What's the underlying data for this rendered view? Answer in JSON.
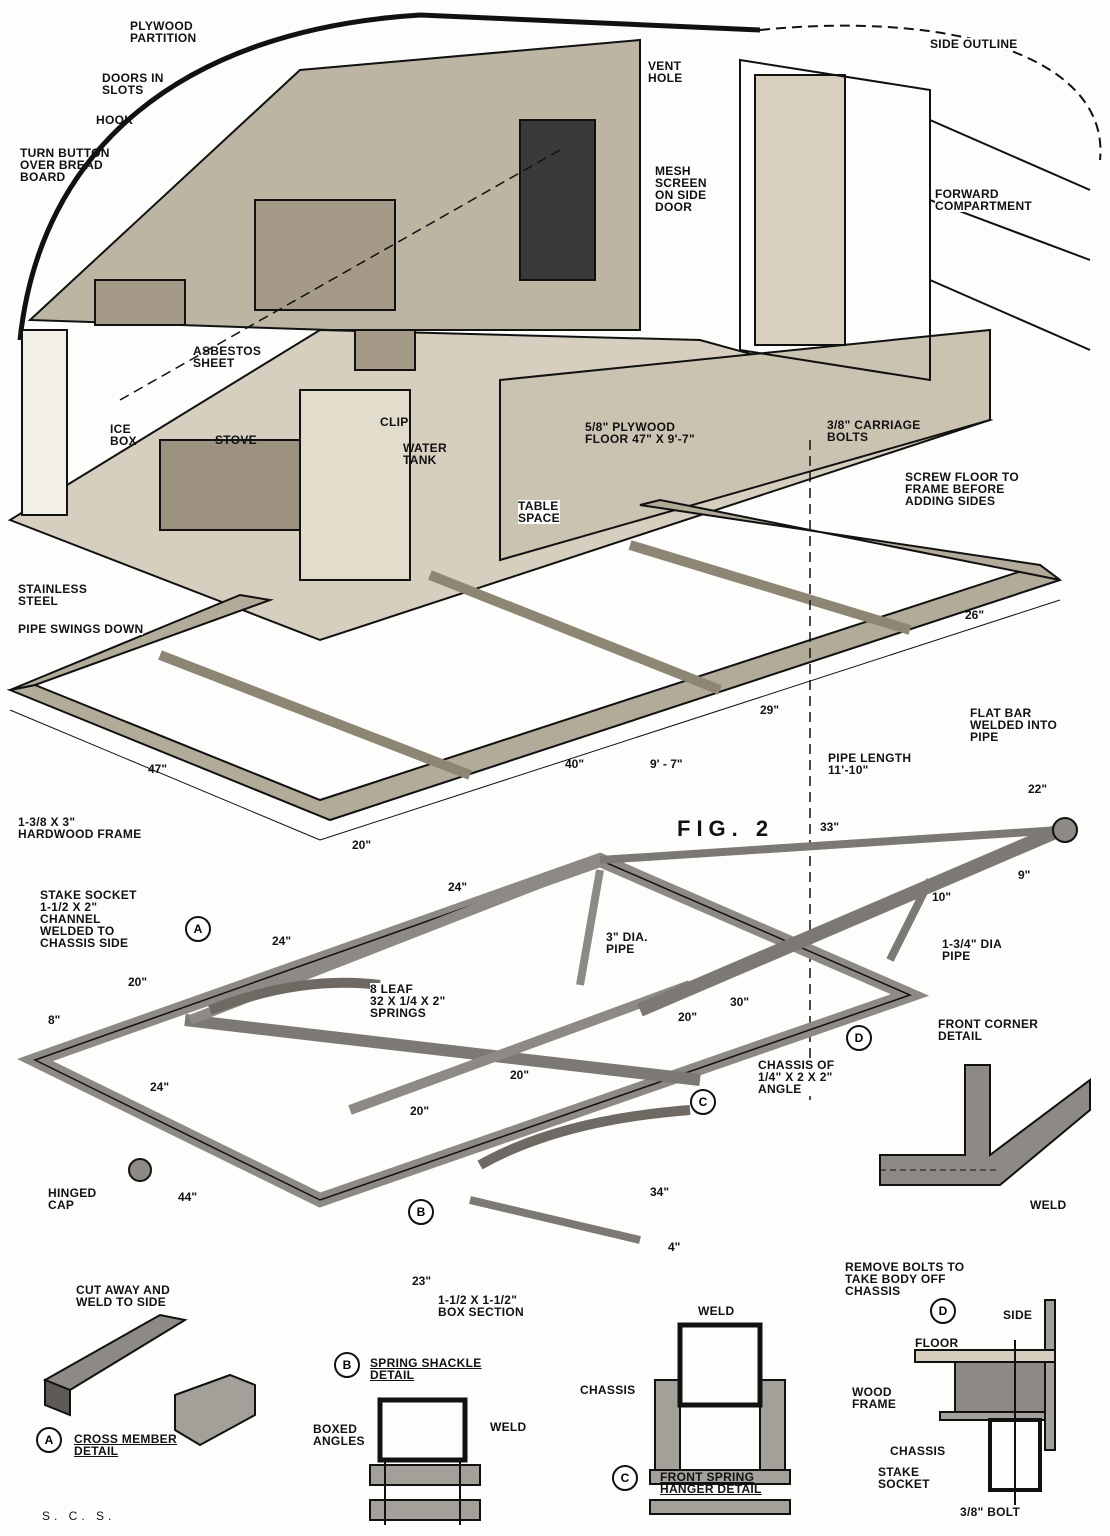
{
  "figure_title": "FIG. 2",
  "credit": "S. C. S.",
  "colors": {
    "ink": "#111111",
    "wood": "#b9b2a4",
    "metal": "#8d8a85",
    "paper": "#fdfdfb"
  },
  "trailer_body": {
    "plywood_partition": "PLYWOOD\nPARTITION",
    "doors_in_slots": "DOORS IN\nSLOTS",
    "hook": "HOOK",
    "turn_button": "TURN BUTTON\nOVER BREAD\nBOARD",
    "vent_hole": "VENT\nHOLE",
    "side_outline": "SIDE OUTLINE",
    "mesh_screen": "MESH\nSCREEN\nON SIDE\nDOOR",
    "forward_compartment": "FORWARD\nCOMPARTMENT",
    "asbestos_sheet": "ASBESTOS\nSHEET",
    "ice_box": "ICE\nBOX",
    "stove": "STOVE",
    "clip": "CLIP",
    "water_tank": "WATER\nTANK",
    "plywood_floor": "5/8\" PLYWOOD\nFLOOR 47\" X 9'-7\"",
    "carriage_bolts": "3/8\" CARRIAGE\nBOLTS",
    "screw_floor": "SCREW FLOOR TO\nFRAME BEFORE\nADDING SIDES",
    "table_space": "TABLE\nSPACE",
    "stainless_steel": "STAINLESS\nSTEEL",
    "pipe_swings_down": "PIPE SWINGS DOWN"
  },
  "frame": {
    "dim_26": "26\"",
    "dim_29": "29\"",
    "dim_9_7": "9' - 7\"",
    "dim_40": "40\"",
    "dim_47": "47\"",
    "dim_20": "20\"",
    "hardwood_frame": "1-3/8 X 3\"\nHARDWOOD FRAME"
  },
  "chassis": {
    "pipe_length": "PIPE LENGTH\n11'-10\"",
    "flat_bar": "FLAT BAR\nWELDED INTO\nPIPE",
    "dim_22": "22\"",
    "dim_33": "33\"",
    "dim_10": "10\"",
    "dim_9": "9\"",
    "dia_pipe_134": "1-3/4\" DIA\nPIPE",
    "dia_pipe_3": "3\" DIA.\nPIPE",
    "stake_socket": "STAKE SOCKET\n1-1/2 X 2\"\nCHANNEL\nWELDED TO\nCHASSIS SIDE",
    "dim_24a": "24\"",
    "dim_24b": "24\"",
    "dim_20a": "20\"",
    "dim_8": "8\"",
    "leaf_springs": "8 LEAF\n32 X 1/4 X 2\"\nSPRINGS",
    "dim_30": "30\"",
    "dim_20b": "20\"",
    "front_corner": "FRONT CORNER\nDETAIL",
    "chassis_of": "CHASSIS OF\n1/4\" X 2 X 2\"\nANGLE",
    "dim_24c": "24\"",
    "dim_20c": "20\"",
    "dim_20d": "20\"",
    "hinged_cap": "HINGED\nCAP",
    "dim_44": "44\"",
    "dim_34": "34\"",
    "dim_4": "4\"",
    "dim_23": "23\"",
    "box_section": "1-1/2 X 1-1/2\"\nBOX SECTION",
    "weld_corner": "WELD"
  },
  "callouts": {
    "a": "A",
    "b": "B",
    "c": "C",
    "d": "D"
  },
  "details": {
    "cut_away": "CUT AWAY AND\nWELD TO SIDE",
    "cross_member": "CROSS MEMBER\nDETAIL",
    "spring_shackle": "SPRING SHACKLE\nDETAIL",
    "boxed_angles": "BOXED\nANGLES",
    "weld_shackle": "WELD",
    "weld_hanger": "WELD",
    "chassis_hanger": "CHASSIS",
    "front_spring_hanger": "FRONT SPRING\nHANGER DETAIL",
    "remove_bolts": "REMOVE BOLTS TO\nTAKE BODY OFF\nCHASSIS",
    "side": "SIDE",
    "floor": "FLOOR",
    "wood_frame": "WOOD\nFRAME",
    "chassis_d": "CHASSIS",
    "stake_socket_d": "STAKE\nSOCKET",
    "bolt_d": "3/8\" BOLT"
  }
}
